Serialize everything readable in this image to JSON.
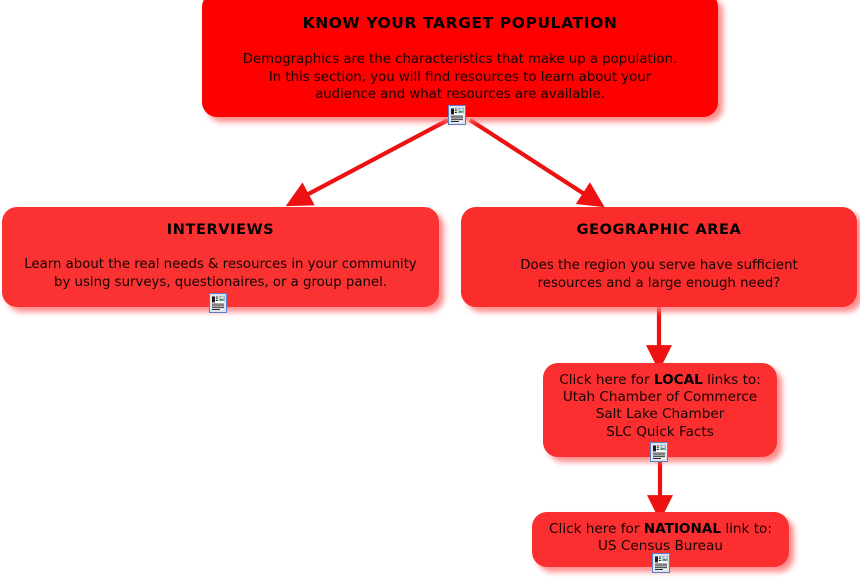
{
  "diagram": {
    "title_semantic": "know-your-target-population-flowchart",
    "background": "#ffffff",
    "colors": {
      "top_node_fill": "#fe0000",
      "child_node_fill": "#fb3232",
      "link_node_fill": "#fb2f2f",
      "arrow": "#ee1111",
      "shadow": "#ff8080",
      "text": "#0d0d0d"
    }
  },
  "nodes": {
    "top": {
      "title": "KNOW YOUR TARGET POPULATION",
      "body_line1": "Demographics are the characteristics that make up a population.",
      "body_line2": "In this section, you will find resources to learn about your",
      "body_line3": "audience and what resources are available.",
      "icon": "document-icon"
    },
    "interviews": {
      "title": "INTERVIEWS",
      "body_line1": "Learn about the real needs & resources in your community",
      "body_line2": "by using surveys, questionaires, or a group panel.",
      "icon": "document-icon"
    },
    "geographic": {
      "title": "GEOGRAPHIC AREA",
      "body_line1": "Does the region you serve have sufficient",
      "body_line2": "resources and a large enough need?"
    },
    "local": {
      "lead_prefix": "Click here for ",
      "lead_emphasis": "LOCAL",
      "lead_suffix": " links to:",
      "link1": "Utah Chamber of Commerce",
      "link2": "Salt Lake Chamber",
      "link3": "SLC Quick Facts",
      "icon": "document-icon"
    },
    "national": {
      "lead_prefix": "Click here for ",
      "lead_emphasis": "NATIONAL",
      "lead_suffix": " link to:",
      "link1": "US Census Bureau",
      "icon": "document-icon"
    }
  },
  "edges": [
    {
      "name": "edge-top-to-interviews",
      "from": "top",
      "to": "interviews",
      "style": "diagonal-arrow"
    },
    {
      "name": "edge-top-to-geographic",
      "from": "top",
      "to": "geographic",
      "style": "diagonal-arrow"
    },
    {
      "name": "edge-geographic-to-local",
      "from": "geographic",
      "to": "local",
      "style": "vertical-arrow"
    },
    {
      "name": "edge-local-to-national",
      "from": "local",
      "to": "national",
      "style": "vertical-arrow"
    }
  ]
}
